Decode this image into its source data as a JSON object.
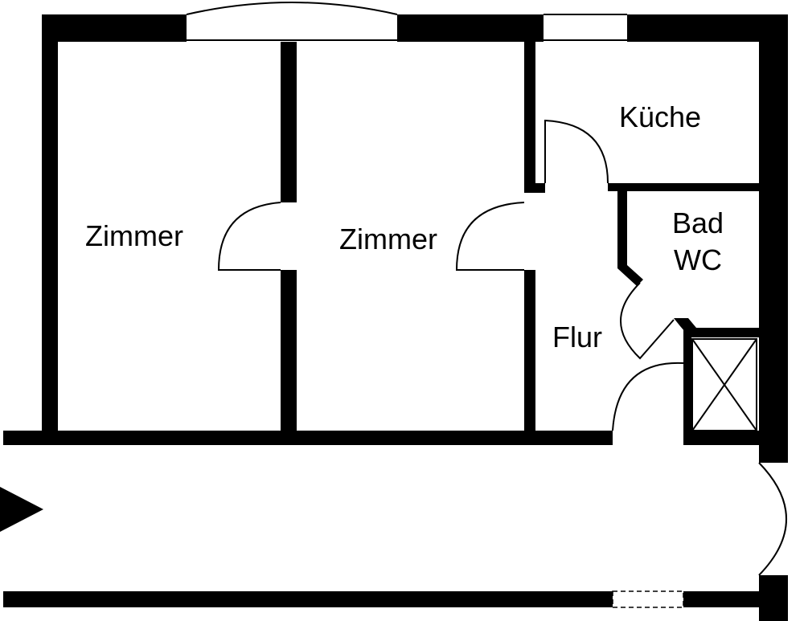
{
  "rooms": {
    "zimmer_left": "Zimmer",
    "zimmer_right": "Zimmer",
    "kueche": "Küche",
    "bad_line1": "Bad",
    "bad_line2": "WC",
    "flur": "Flur"
  },
  "colors": {
    "wall": "#000000",
    "background": "#ffffff"
  }
}
